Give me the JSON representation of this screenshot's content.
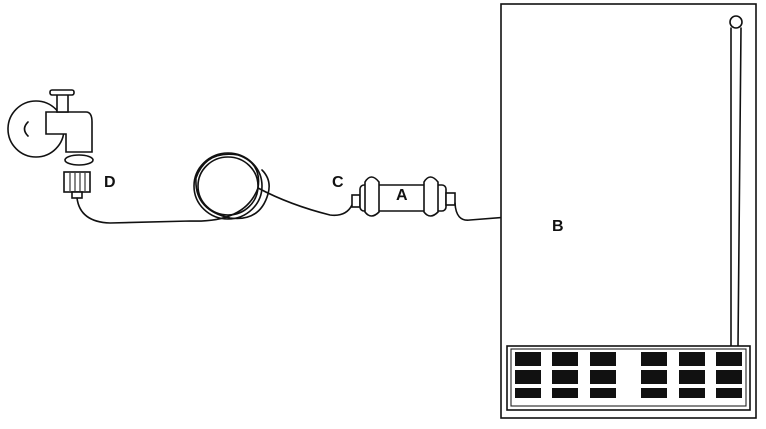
{
  "labels": {
    "a": "A",
    "b": "B",
    "c": "C",
    "d": "D"
  },
  "colors": {
    "stroke": "#111111",
    "background": "#ffffff"
  }
}
